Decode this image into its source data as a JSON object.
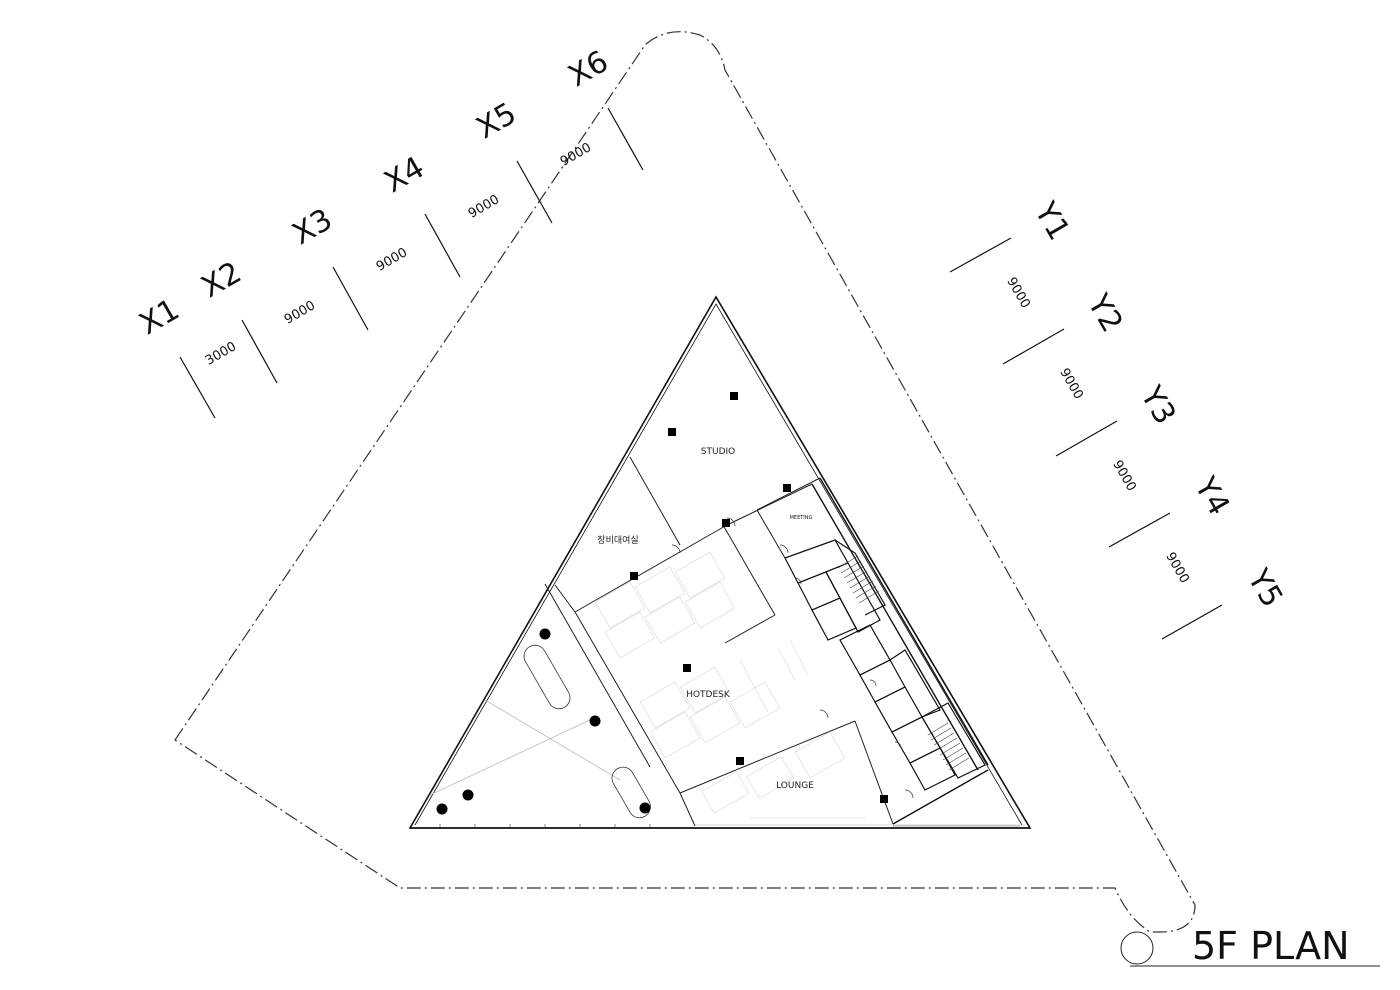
{
  "title": "5F PLAN",
  "grid_x": {
    "labels": [
      "X1",
      "X2",
      "X3",
      "X4",
      "X5",
      "X6"
    ],
    "spacings": [
      "3000",
      "9000",
      "9000",
      "9000",
      "9000"
    ]
  },
  "grid_y": {
    "labels": [
      "Y1",
      "Y2",
      "Y3",
      "Y4",
      "Y5"
    ],
    "spacings": [
      "9000",
      "9000",
      "9000",
      "9000"
    ]
  },
  "rooms": {
    "studio": "STUDIO",
    "equipment_rental": "장비대여실",
    "meeting": "MEETING",
    "hotdesk": "HOTDESK",
    "lounge": "LOUNGE"
  }
}
